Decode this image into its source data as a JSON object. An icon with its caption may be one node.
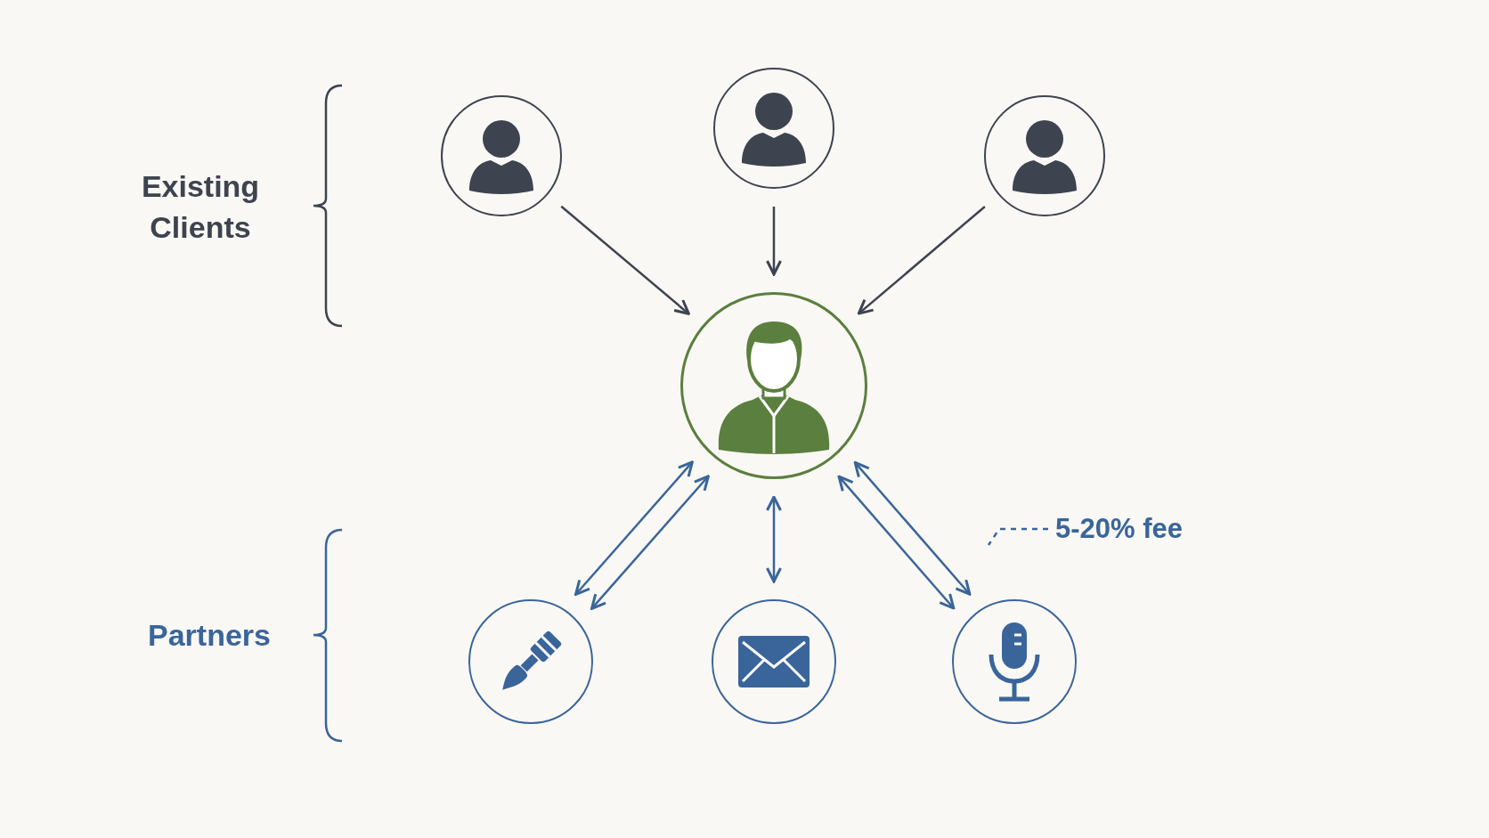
{
  "diagram": {
    "nodes": [
      {
        "text": [],
        "shape": "circle"
      },
      {
        "text": [],
        "shape": "circle"
      },
      {
        "text": [],
        "shape": "circle"
      },
      {
        "text": [],
        "shape": "circle"
      },
      {
        "text": [],
        "shape": "circle"
      },
      {
        "text": [],
        "shape": "circle"
      },
      {
        "text": [],
        "shape": "circle"
      },
      {
        "text": [
          "5-20% fee"
        ]
      }
    ],
    "edges": [
      {
        "from": 0,
        "to": 3,
        "arrow": "to",
        "color": "#3d4450"
      },
      {
        "from": 1,
        "to": 3,
        "arrow": "to",
        "color": "#3d4450"
      },
      {
        "from": 2,
        "to": 3,
        "arrow": "to",
        "color": "#3d4450"
      },
      {
        "from": 3,
        "to": 4,
        "arrow": "both"
      },
      {
        "from": 3,
        "to": 4,
        "arrow": "both"
      },
      {
        "from": 3,
        "to": 5,
        "arrow": "both"
      },
      {
        "from": 3,
        "to": 6,
        "arrow": "both"
      },
      {
        "from": 3,
        "to": 6,
        "arrow": "both"
      },
      {
        "from": 7,
        "to": null,
        "arrow": "none",
        "style": "dashed"
      }
    ],
    "labels": [
      "Existing Clients",
      "Partners"
    ]
  }
}
